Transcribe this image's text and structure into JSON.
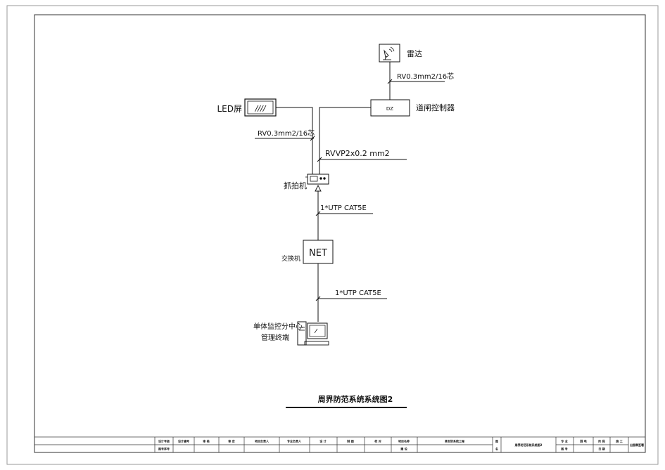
{
  "diagram": {
    "title": "周界防范系统系统图2",
    "nodes": {
      "radar": {
        "label": "雷达"
      },
      "led": {
        "label": "LED屏",
        "screen_text": "////"
      },
      "barrier_controller": {
        "label": "道闸控制器",
        "box_text": "DZ"
      },
      "camera": {
        "label": "抓拍机"
      },
      "switch": {
        "label": "交换机",
        "box_text": "NET"
      },
      "terminal": {
        "label_line1": "单体监控分中心",
        "label_line2": "管理终端"
      }
    },
    "cables": {
      "radar_to_controller": "RV0.3mm2/16芯",
      "led_to_camera": "RV0.3mm2/16芯",
      "controller_to_camera": "RVVP2x0.2 mm2",
      "camera_to_switch": "1*UTP CAT5E",
      "switch_to_terminal": "1*UTP CAT5E"
    }
  },
  "title_block": {
    "row1": [
      "设计号级",
      "设计编号",
      "审 核",
      "审 定",
      "项目负责人",
      "专业负责人",
      "设 计",
      "制 图",
      "校 对",
      "项目名称",
      "某安防系统工程",
      "图",
      "专 业",
      "弱 电",
      "阶 段",
      "施 工"
    ],
    "row2": [
      "图号序号",
      "",
      "",
      "",
      "",
      "",
      "",
      "",
      "",
      "建 设",
      "",
      "名",
      "图 号",
      "",
      "日 期",
      ""
    ],
    "drawing_name": "周界防范系统系统图2",
    "approval": "出图章签署"
  }
}
